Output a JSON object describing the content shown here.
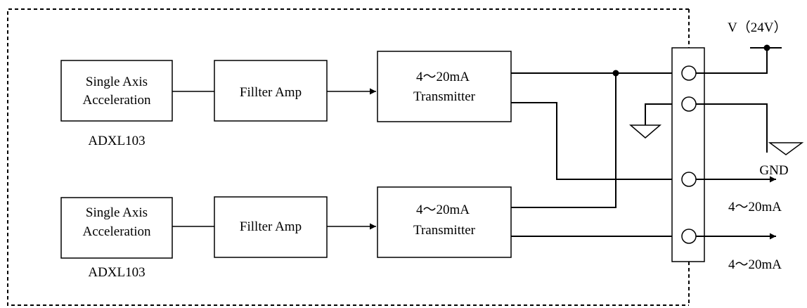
{
  "channels": [
    {
      "sensor_line1": "Single Axis",
      "sensor_line2": "Acceleration",
      "sensor_part": "ADXL103",
      "filter": "Fillter Amp",
      "transmitter_line1": "4～20mA",
      "transmitter_line2": "Transmitter"
    },
    {
      "sensor_line1": "Single Axis",
      "sensor_line2": "Acceleration",
      "sensor_part": "ADXL103",
      "filter": "Fillter Amp",
      "transmitter_line1": "4～20mA",
      "transmitter_line2": "Transmitter"
    }
  ],
  "terminals": {
    "supply": "V（24V）",
    "ground": "GND",
    "output1": "4～20mA",
    "output2": "4～20mA"
  }
}
